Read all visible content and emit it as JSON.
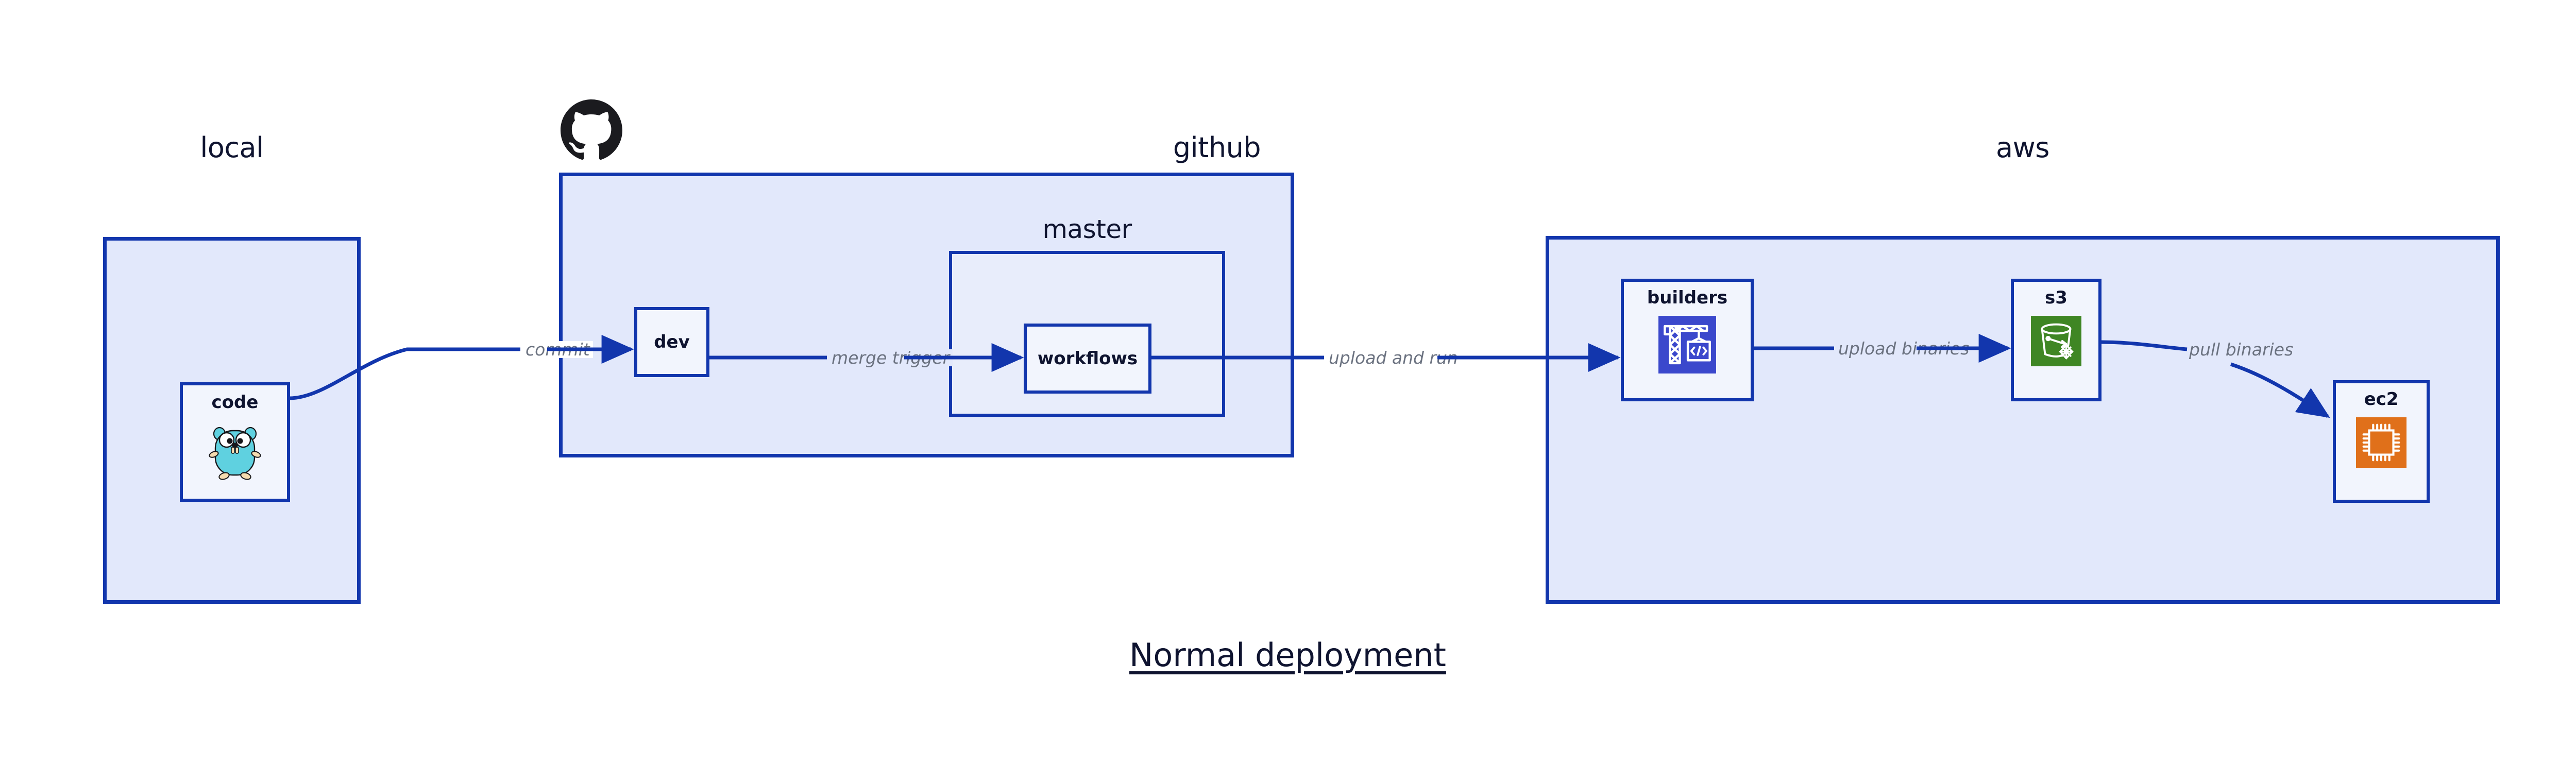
{
  "diagram": {
    "title": "Normal deployment",
    "accent_border": "#1236ad",
    "group_fill": "#e2e8fb",
    "node_fill": "#f2f5fd",
    "edge_label_color": "#6b7280",
    "text_color": "#0f1430"
  },
  "groups": [
    {
      "id": "local",
      "label": "local"
    },
    {
      "id": "github",
      "label": "github"
    },
    {
      "id": "aws",
      "label": "aws"
    }
  ],
  "subgroups": [
    {
      "id": "master",
      "label": "master",
      "parent": "github"
    }
  ],
  "nodes": [
    {
      "id": "code",
      "label": "code",
      "parent": "local",
      "icon": "go-gopher-icon",
      "icon_color": "#5fd1e0"
    },
    {
      "id": "dev",
      "label": "dev",
      "parent": "github",
      "icon": null,
      "icon_color": null
    },
    {
      "id": "workflows",
      "label": "workflows",
      "parent": "master",
      "icon": null,
      "icon_color": null
    },
    {
      "id": "builders",
      "label": "builders",
      "parent": "aws",
      "icon": "aws-codebuild-crane-icon",
      "icon_color": "#3b48cc"
    },
    {
      "id": "s3",
      "label": "s3",
      "parent": "aws",
      "icon": "aws-s3-glacier-bucket-icon",
      "icon_color": "#3f8624"
    },
    {
      "id": "ec2",
      "label": "ec2",
      "parent": "aws",
      "icon": "aws-ec2-chip-icon",
      "icon_color": "#e0701a"
    }
  ],
  "edges": [
    {
      "id": "commit",
      "label": "commit",
      "from": "code",
      "to": "dev"
    },
    {
      "id": "merge-trigger",
      "label": "merge trigger",
      "from": "dev",
      "to": "workflows"
    },
    {
      "id": "upload-and-run",
      "label": "upload and run",
      "from": "workflows",
      "to": "builders"
    },
    {
      "id": "upload-binaries",
      "label": "upload binaries",
      "from": "builders",
      "to": "s3"
    },
    {
      "id": "pull-binaries",
      "label": "pull binaries",
      "from": "s3",
      "to": "ec2"
    }
  ],
  "logos": [
    {
      "id": "github-octocat",
      "icon": "github-octocat-icon",
      "color": "#1b1b1f"
    }
  ]
}
